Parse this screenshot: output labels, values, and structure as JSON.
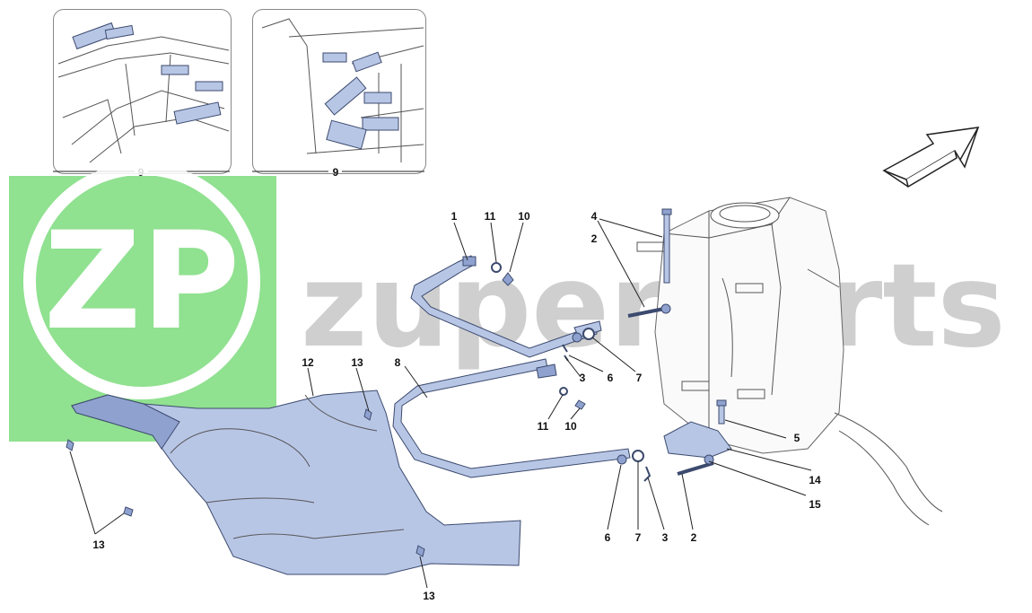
{
  "watermark": {
    "logo_letters": "ZP",
    "text": "zuperparts",
    "accent_color": "#7ddc7d"
  },
  "inset_labels": {
    "left": "9",
    "right": "9"
  },
  "callouts": {
    "strap_upper": "1",
    "pin_upper": "2",
    "pin_lower": "2",
    "clip_upper": "3",
    "clip_lower": "3",
    "bolt_tank": "4",
    "bolt_bracket": "5",
    "bushing_upper": "6",
    "bushing_lower": "6",
    "washer_upper_right": "7",
    "washer_lower_right": "7",
    "strap_lower": "8",
    "screw_upper": "10",
    "screw_lower": "10",
    "washer_upper": "11",
    "washer_lower": "11",
    "shield": "12",
    "fastener_top": "13",
    "fastener_left": "13",
    "fastener_bottom": "13",
    "bracket": "14",
    "bracket_pin": "15"
  },
  "colors": {
    "part_fill": "#b8c6e6",
    "part_stroke": "#3c4a6e",
    "line": "#222222"
  }
}
